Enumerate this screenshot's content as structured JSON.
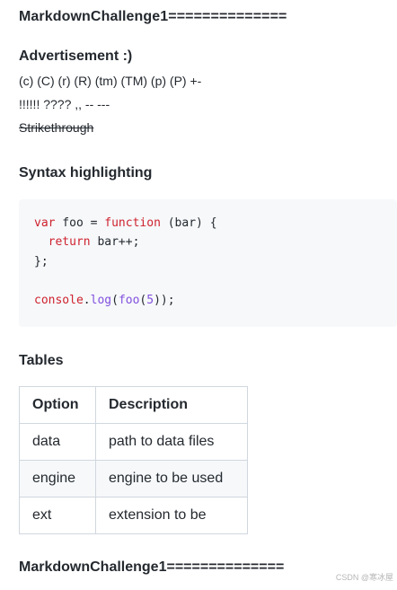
{
  "heading_top": "MarkdownChallenge1==============",
  "advertisement": {
    "title": "Advertisement :)",
    "line1": "(c) (C) (r) (R) (tm) (TM) (p) (P) +-",
    "line2": "!!!!!! ???? ,, -- ---",
    "strike": "Strikethrough"
  },
  "syntax": {
    "title": "Syntax highlighting",
    "code": {
      "l1": {
        "kw1": "var",
        "t1": " foo = ",
        "kw2": "function",
        "t2": " (bar) {"
      },
      "l2": {
        "indent": "  ",
        "kw": "return",
        "t": " bar++;"
      },
      "l3": {
        "t": "};"
      },
      "l5": {
        "obj": "console",
        "dot": ".",
        "fn1": "log",
        "p1": "(",
        "fn2": "foo",
        "p2": "(",
        "num": "5",
        "p3": "));"
      }
    }
  },
  "tables": {
    "title": "Tables",
    "headers": [
      "Option",
      "Description"
    ],
    "rows": [
      [
        "data",
        "path to data files"
      ],
      [
        "engine",
        "engine to be used"
      ],
      [
        "ext",
        "extension to be"
      ]
    ]
  },
  "heading_bottom": "MarkdownChallenge1==============",
  "watermark": "CSDN @寒冰屋",
  "colors": {
    "keyword": "#cf222e",
    "function": "#8250df",
    "code_background": "#f6f8fa",
    "table_border": "#d0d7de"
  }
}
